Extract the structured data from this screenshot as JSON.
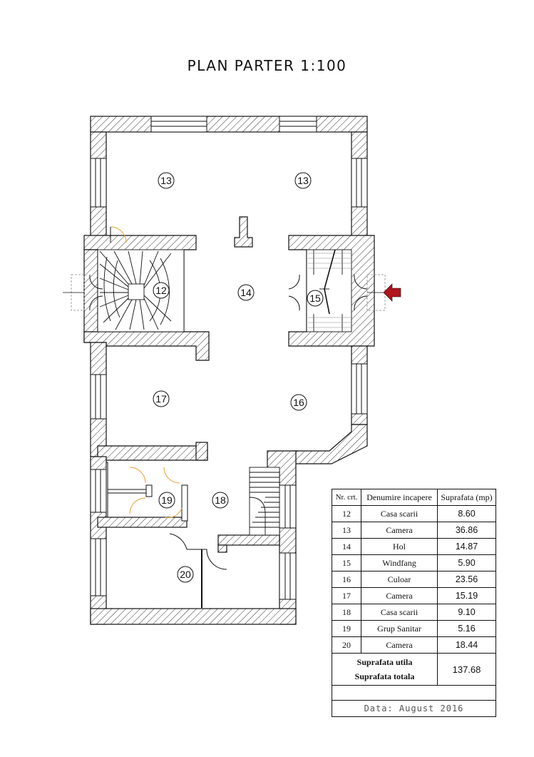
{
  "title": "PLAN PARTER 1:100",
  "rooms": {
    "r13a": "13",
    "r13b": "13",
    "r12": "12",
    "r14": "14",
    "r15": "15",
    "r17": "17",
    "r16": "16",
    "r19": "19",
    "r18": "18",
    "r20": "20"
  },
  "table": {
    "headers": [
      "Nr. crt.",
      "Denumire incapere",
      "Suprafata (mp)"
    ],
    "rows": [
      {
        "nr": "12",
        "name": "Casa scarii",
        "area": "8.60"
      },
      {
        "nr": "13",
        "name": "Camera",
        "area": "36.86"
      },
      {
        "nr": "14",
        "name": "Hol",
        "area": "14.87"
      },
      {
        "nr": "15",
        "name": "Windfang",
        "area": "5.90"
      },
      {
        "nr": "16",
        "name": "Culoar",
        "area": "23.56"
      },
      {
        "nr": "17",
        "name": "Camera",
        "area": "15.19"
      },
      {
        "nr": "18",
        "name": "Casa scarii",
        "area": "9.10"
      },
      {
        "nr": "19",
        "name": "Grup Sanitar",
        "area": "5.16"
      },
      {
        "nr": "20",
        "name": "Camera",
        "area": "18.44"
      }
    ],
    "total_util_label": "Suprafata utila",
    "total_total_label": "Suprafata totala",
    "total_value": "137.68",
    "date": "Data: August   2016"
  },
  "colors": {
    "ink": "#111111",
    "hatch": "#333333",
    "entrance_arrow": "#b0141c",
    "door_arc": "#e8a33a"
  }
}
